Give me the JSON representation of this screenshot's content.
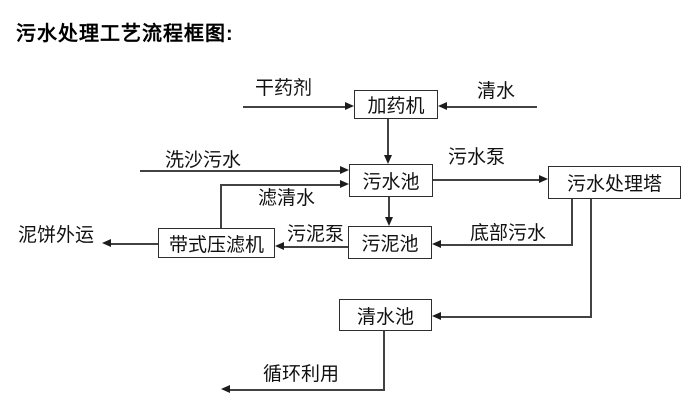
{
  "title": "污水处理工艺流程框图:",
  "diagram": {
    "type": "flowchart",
    "nodes": {
      "dosing_machine": "加药机",
      "sewage_pool": "污水池",
      "treatment_tower": "污水处理塔",
      "sludge_pool": "污泥池",
      "belt_filter_press": "带式压滤机",
      "clear_water_pool": "清水池"
    },
    "labels": {
      "dry_agent": "干药剂",
      "clear_water": "清水",
      "sand_washing_sewage": "洗沙污水",
      "filtered_water": "滤清水",
      "sewage_pump": "污水泵",
      "bottom_sewage": "底部污水",
      "sludge_pump": "污泥泵",
      "mud_cake_out": "泥饼外运",
      "recycle_use": "循环利用"
    },
    "edges": [
      {
        "from": "干药剂",
        "to": "加药机"
      },
      {
        "from": "清水",
        "to": "加药机"
      },
      {
        "from": "加药机",
        "to": "污水池"
      },
      {
        "from": "洗沙污水",
        "to": "污水池"
      },
      {
        "from": "污水池",
        "to": "污水处理塔",
        "label": "污水泵"
      },
      {
        "from": "污水池",
        "to": "污泥池"
      },
      {
        "from": "污水处理塔",
        "to": "污泥池",
        "label": "底部污水"
      },
      {
        "from": "污水处理塔",
        "to": "清水池"
      },
      {
        "from": "污泥池",
        "to": "带式压滤机",
        "label": "污泥泵"
      },
      {
        "from": "带式压滤机",
        "to": "污水池",
        "label": "滤清水"
      },
      {
        "from": "带式压滤机",
        "to": "泥饼外运"
      },
      {
        "from": "清水池",
        "to": "循环利用"
      }
    ],
    "colors": {
      "line": "#424242",
      "box_border": "#2e2e2e",
      "text": "#111111",
      "background": "#ffffff"
    }
  }
}
